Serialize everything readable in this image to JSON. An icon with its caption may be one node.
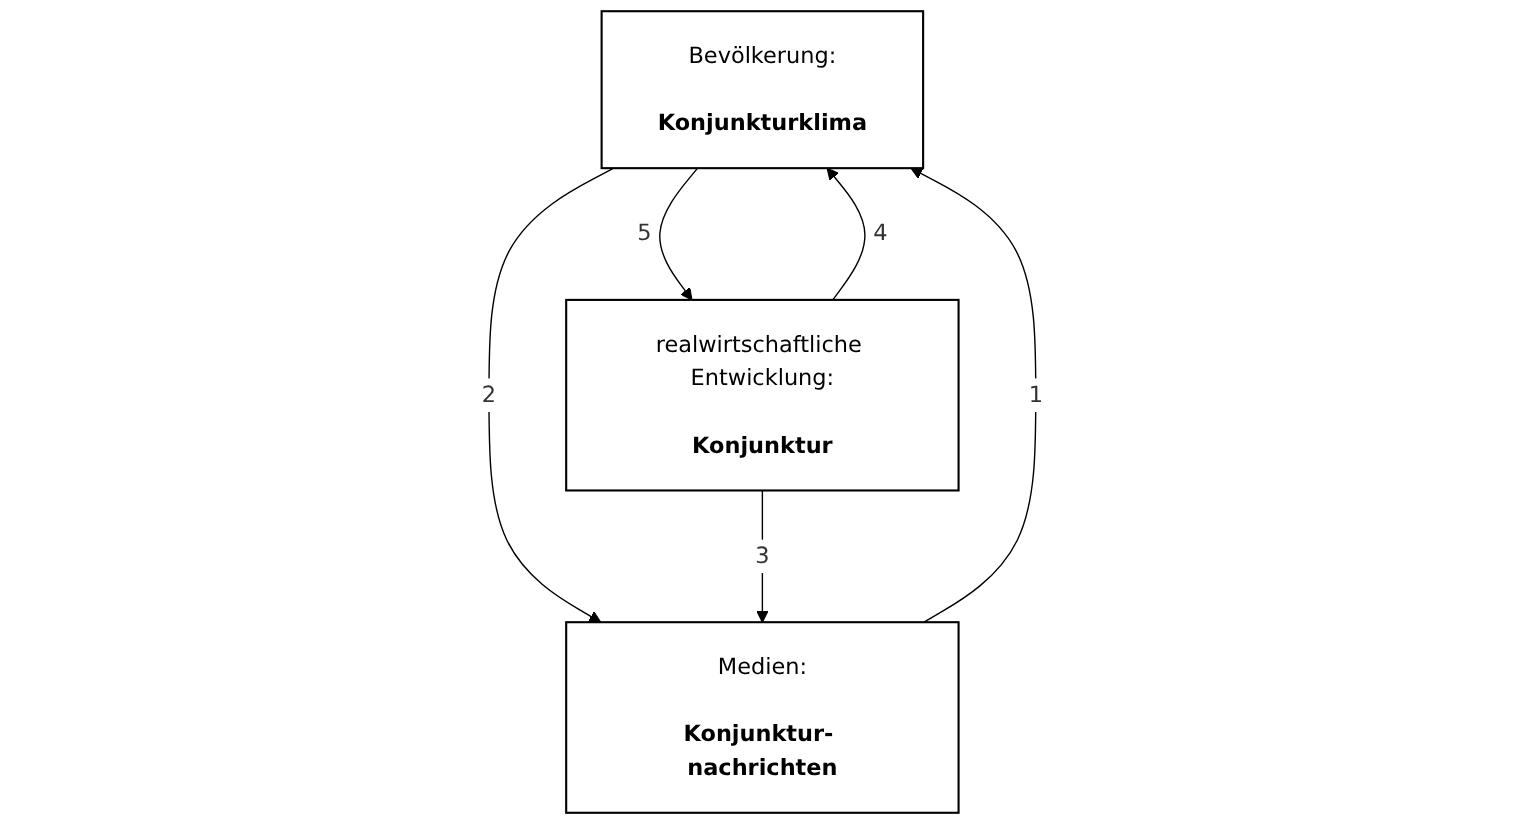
{
  "diagram": {
    "nodes": [
      {
        "text": [
          "Bevölkerung:",
          "Konjunkturklima"
        ]
      },
      {
        "text": [
          "realwirtschaftliche Entwicklung:",
          "Konjunktur"
        ]
      },
      {
        "text": [
          "Medien:",
          "Konjunktur- nachrichten"
        ]
      }
    ],
    "edges": [
      {
        "from": 2,
        "to": 0,
        "arrow": "to",
        "label": "1"
      },
      {
        "from": 0,
        "to": 2,
        "arrow": "to",
        "label": "2"
      },
      {
        "from": 1,
        "to": 2,
        "arrow": "to",
        "label": "3"
      },
      {
        "from": 1,
        "to": 0,
        "arrow": "to",
        "label": "4"
      },
      {
        "from": 0,
        "to": 1,
        "arrow": "to",
        "label": "5"
      }
    ]
  }
}
